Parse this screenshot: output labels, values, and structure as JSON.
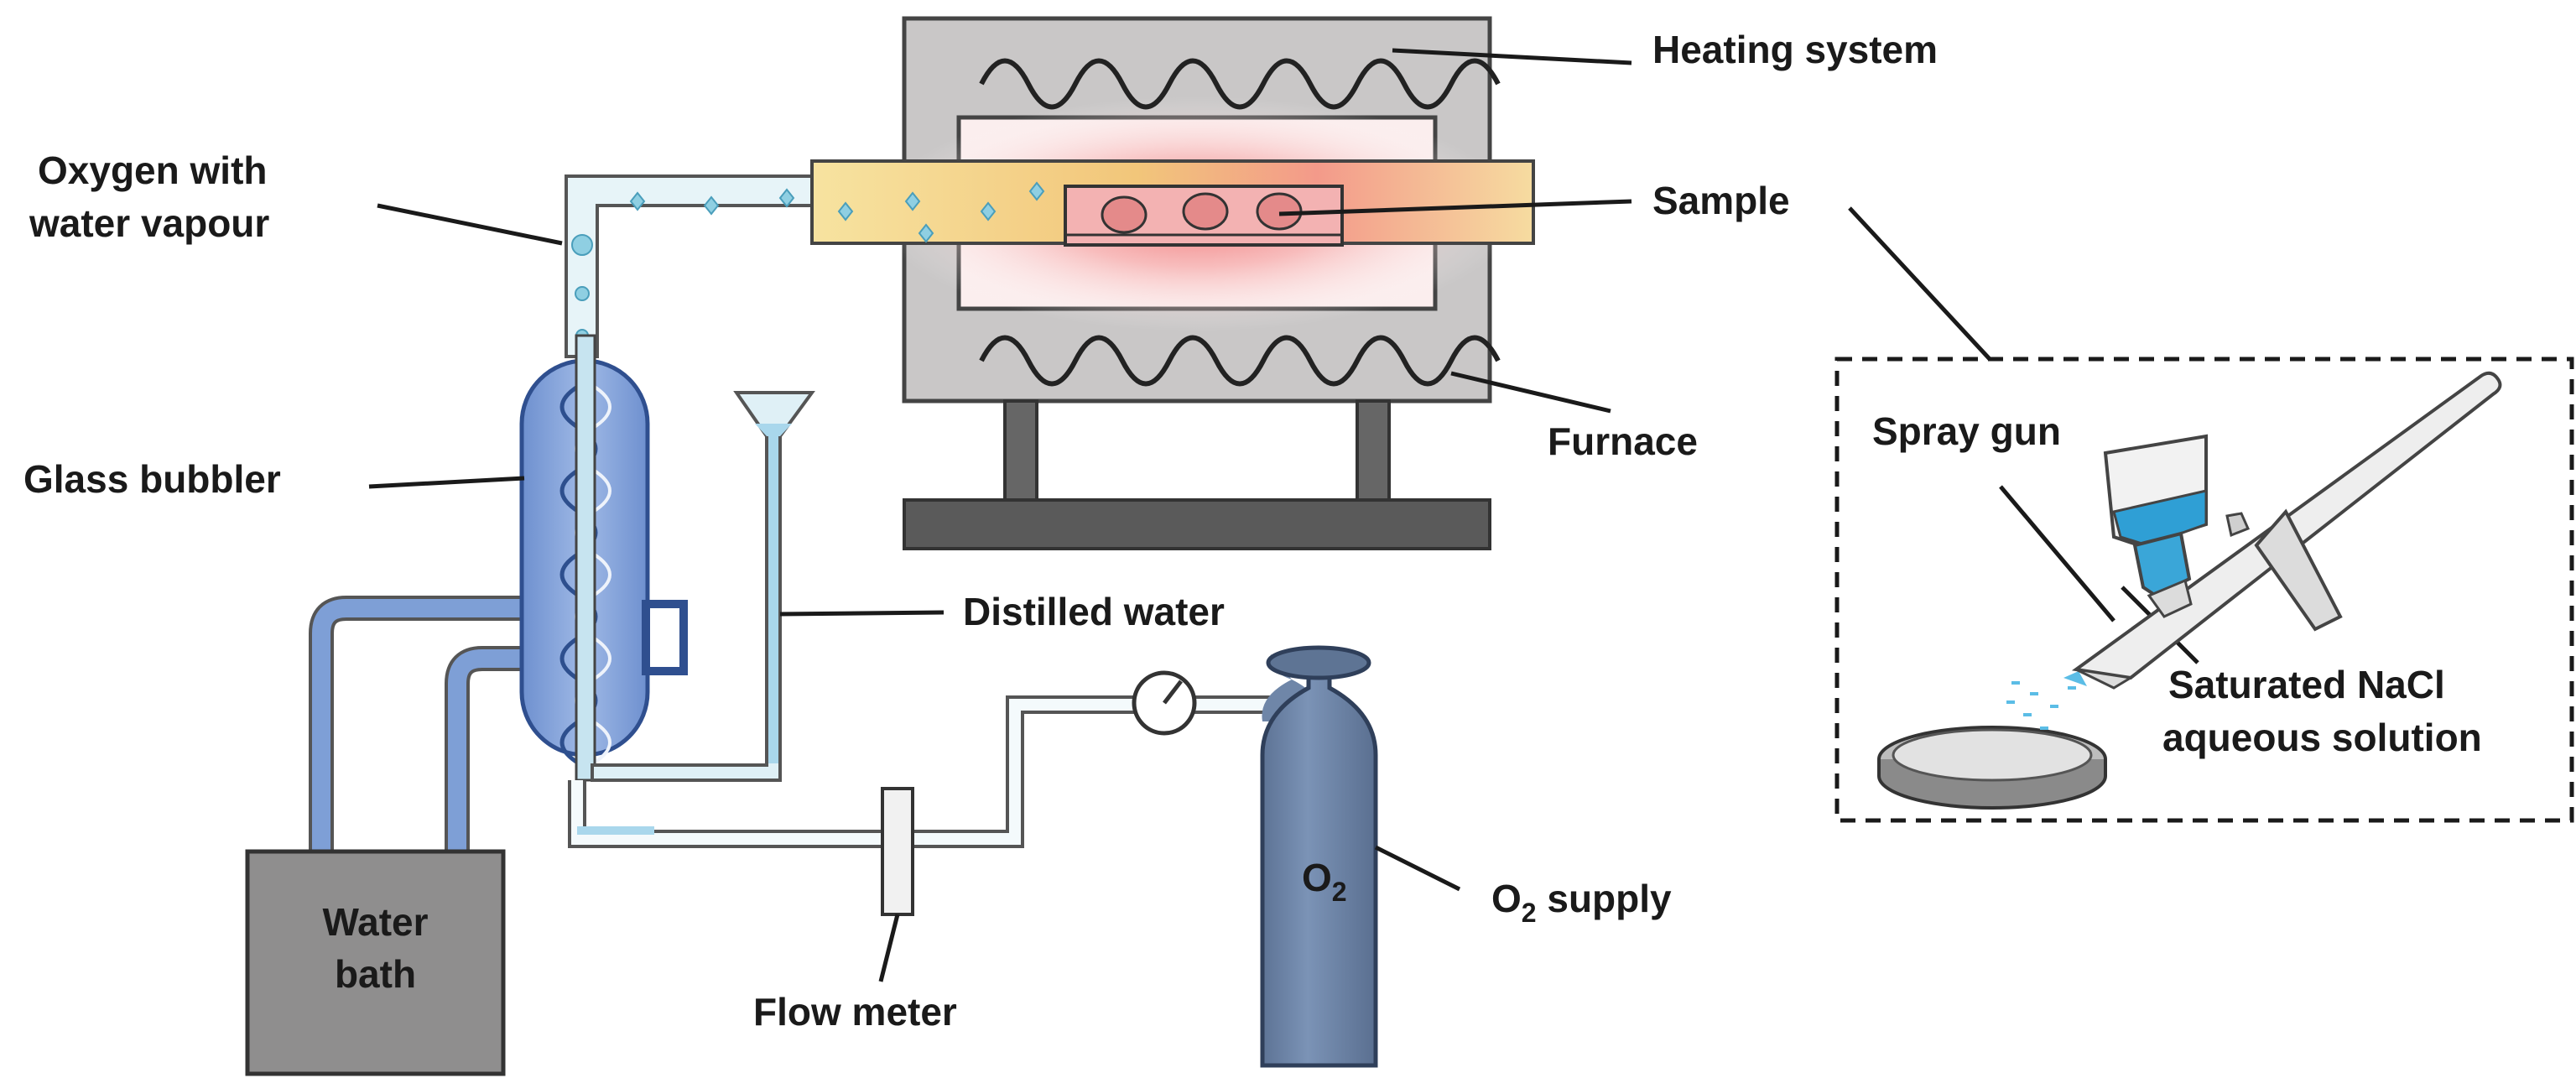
{
  "labels": {
    "heating_system": "Heating system",
    "sample": "Sample",
    "furnace": "Furnace",
    "oxygen_with_water_vapour_line1": "Oxygen with",
    "oxygen_with_water_vapour_line2": "water vapour",
    "glass_bubbler": "Glass bubbler",
    "distilled_water": "Distilled water",
    "water_bath_line1": "Water",
    "water_bath_line2": "bath",
    "flow_meter": "Flow meter",
    "o2_supply_prefix": "O",
    "o2_supply_sub": "2",
    "o2_supply_suffix": " supply",
    "cylinder_o": "O",
    "cylinder_sub": "2",
    "spray_gun": "Spray gun",
    "nacl_line1": "Saturated NaCl",
    "nacl_line2": "aqueous solution"
  },
  "colors": {
    "furnace_gray": "#c8c6c6",
    "dark_gray": "#555555",
    "water_blue": "#a9d7ec",
    "bubbler_blue": "#7e9fd6",
    "cylinder_blue": "#6f86a8",
    "tube_yellow": "#f3d57a",
    "sample_red": "#ef6a6a",
    "solution_blue": "#3aa6d8"
  }
}
